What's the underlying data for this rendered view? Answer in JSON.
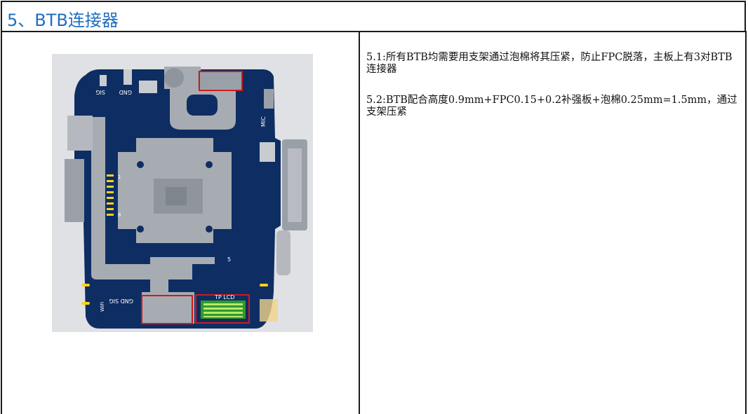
{
  "section": {
    "title": "5、BTB连接器"
  },
  "notes": {
    "item1": "5.1:所有BTB均需要用支架通过泡棉将其压紧，防止FPC脱落，主板上有3对BTB连接器",
    "item2": "5.2:BTB配合高度0.9mm+FPC0.15+0.2补强板+泡棉0.25mm=1.5mm，通过支架压紧"
  },
  "board": {
    "labels": {
      "sig_top": "SIG",
      "gnd_top": "GND",
      "mic": "MIC",
      "wifi": "WiFi",
      "gnd_sig_bottom": "GND SIG",
      "tp_lcd": "TP LCD",
      "pin1": "1",
      "pin8": "8",
      "conn_num": "5"
    },
    "colors": {
      "pcb": "#0e2d63",
      "flex": "#a7acb3",
      "highlight": "#d11919",
      "connector": "#2e9a2e",
      "pad": "#ffd21a"
    }
  }
}
